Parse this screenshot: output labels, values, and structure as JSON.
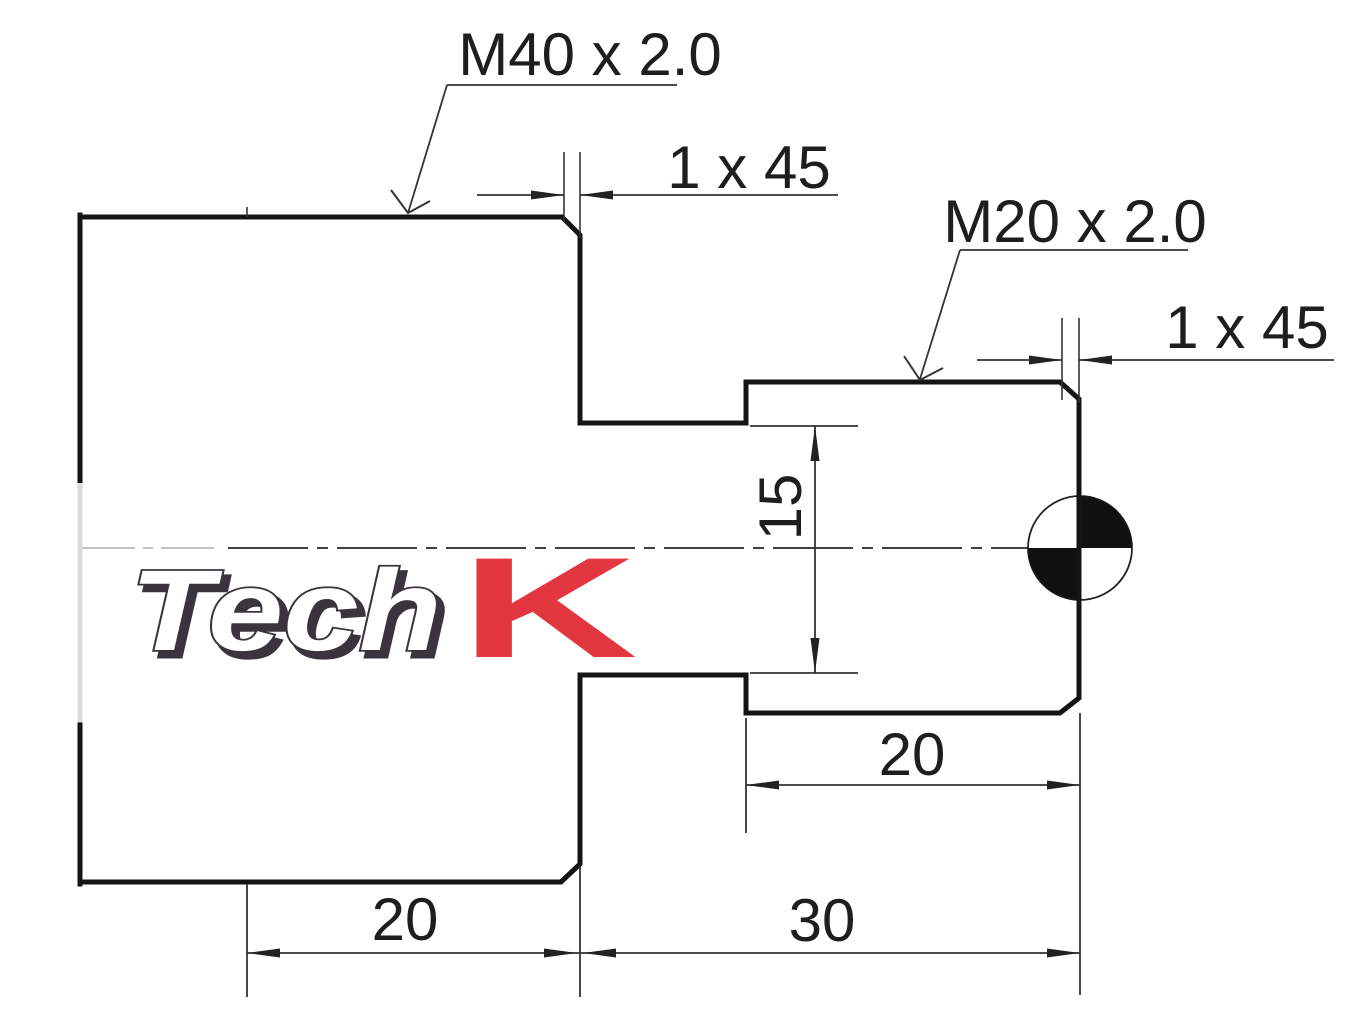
{
  "drawing": {
    "callouts": {
      "thread_major": "M40 x 2.0",
      "thread_minor": "M20 x 2.0",
      "chamfer_major": "1 x 45",
      "chamfer_minor": "1 x 45"
    },
    "dimensions": {
      "neck_diameter": "15",
      "thread_minor_length": "20",
      "thread_major_length": "20",
      "tail_length": "30"
    },
    "logo": {
      "outline_text": "Tech",
      "accent_text": "K",
      "accent_color": "#e23740",
      "outline_color": "#3a353c"
    },
    "colors": {
      "background": "#ffffff",
      "part_outline": "#141414",
      "dimension_lines": "#333333",
      "text_color": "#1e1e1e",
      "centerline": "#3f3f3f",
      "faded_segment": "#d9d9d9"
    }
  }
}
